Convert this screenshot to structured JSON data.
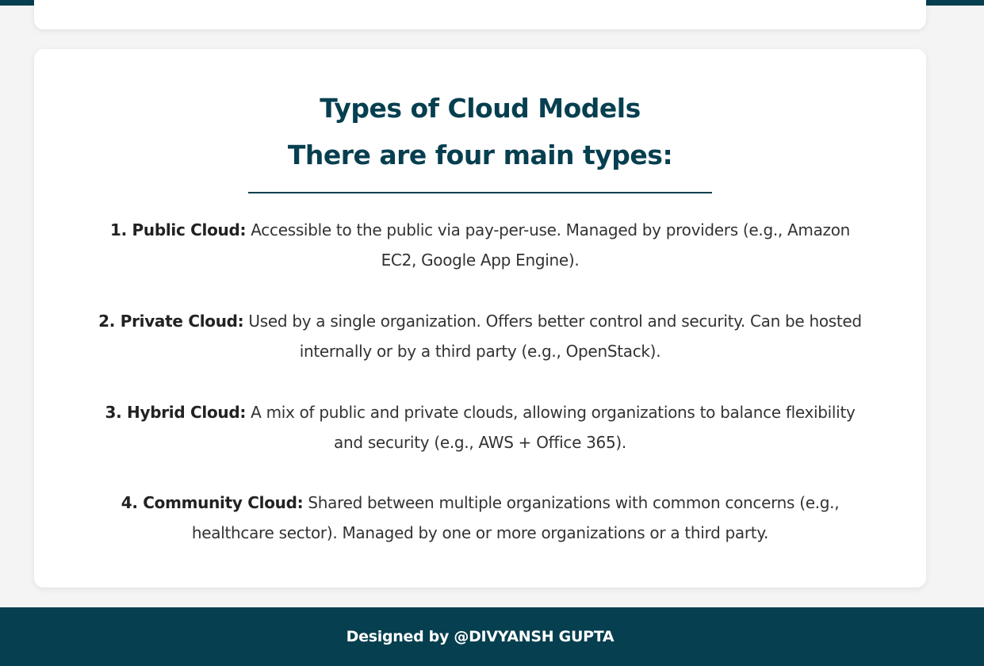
{
  "header": {
    "accent_color": "#063f4f"
  },
  "card": {
    "title": "Types of Cloud Models",
    "subtitle": "There are four main types:",
    "models": [
      {
        "label": "1. Public Cloud:",
        "description": "Accessible to the public via pay-per-use. Managed by providers (e.g., Amazon EC2, Google App Engine)."
      },
      {
        "label": "2. Private Cloud:",
        "description": "Used by a single organization. Offers better control and security. Can be hosted internally or by a third party (e.g., OpenStack)."
      },
      {
        "label": "3. Hybrid Cloud:",
        "description": "A mix of public and private clouds, allowing organizations to balance flexibility and security (e.g., AWS + Office 365)."
      },
      {
        "label": "4. Community Cloud:",
        "description": "Shared between multiple organizations with common concerns (e.g., healthcare sector). Managed by one or more organizations or a third party."
      }
    ]
  },
  "footer": {
    "text": "Designed by @DIVYANSH GUPTA"
  }
}
